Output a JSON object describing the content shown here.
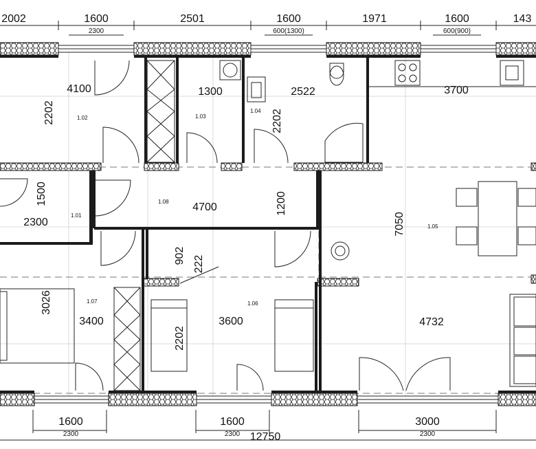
{
  "top_dimensions": [
    {
      "main": "2002",
      "sub": ""
    },
    {
      "main": "1600",
      "sub": "2300"
    },
    {
      "main": "2501",
      "sub": ""
    },
    {
      "main": "1600",
      "sub": "600(1300)"
    },
    {
      "main": "1971",
      "sub": ""
    },
    {
      "main": "1600",
      "sub": "600(900)"
    },
    {
      "main": "143",
      "sub": ""
    }
  ],
  "bottom_dimensions": [
    {
      "main": "1600",
      "sub": "2300"
    },
    {
      "main": "1600",
      "sub": "2300"
    },
    {
      "main": "3000",
      "sub": "2300"
    }
  ],
  "overall_length": "12750",
  "rooms": [
    {
      "id": "1.01",
      "dims": [
        "1500",
        "2300"
      ]
    },
    {
      "id": "1.02",
      "dims": [
        "4100",
        "2202"
      ]
    },
    {
      "id": "1.03",
      "dims": [
        "1300"
      ]
    },
    {
      "id": "1.04",
      "dims": [
        "2522",
        "2202"
      ]
    },
    {
      "id": "1.05",
      "dims": [
        "3700",
        "7050",
        "4732"
      ]
    },
    {
      "id": "1.06",
      "dims": [
        "3600",
        "2202"
      ]
    },
    {
      "id": "1.07",
      "dims": [
        "3026",
        "3400"
      ]
    },
    {
      "id": "1.08",
      "dims": [
        "4700",
        "1200"
      ]
    }
  ],
  "extra_dims": [
    "902",
    "222"
  ]
}
